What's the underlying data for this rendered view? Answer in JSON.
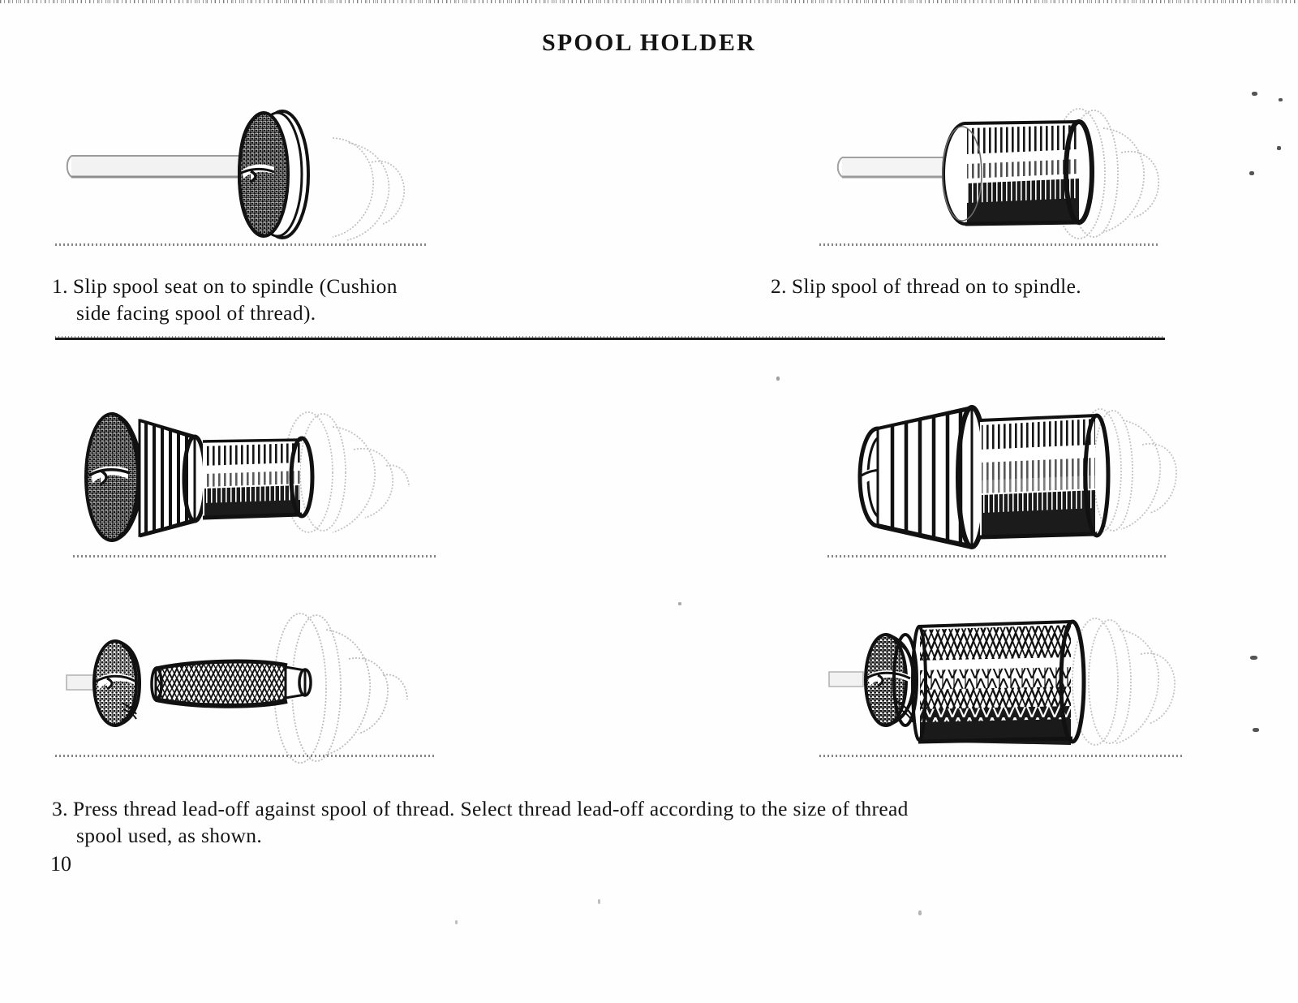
{
  "document": {
    "title": "SPOOL HOLDER",
    "page_number": "10"
  },
  "steps": [
    {
      "id": "step-1",
      "number": "1.",
      "line1": "Slip spool seat on to spindle (Cushion",
      "line2": "side facing spool of thread)."
    },
    {
      "id": "step-2",
      "number": "2.",
      "line1": "Slip spool of thread on to spindle.",
      "line2": ""
    },
    {
      "id": "step-3",
      "number": "3.",
      "line1": "Press thread lead-off against spool of thread. Select thread lead-off according to the size of thread",
      "line2": "spool used, as shown."
    }
  ],
  "figures": [
    {
      "id": "figure-1",
      "name": "spool-seat-on-spindle",
      "description": "Spindle rod with spool seat disc, cushion side facing right"
    },
    {
      "id": "figure-2",
      "name": "spool-of-thread-on-spindle",
      "description": "Spool of thread slipped on to the spindle"
    },
    {
      "id": "figure-3",
      "name": "large-thread-lead-off-on-small-spool",
      "description": "Large fluted thread lead-off pressed against a small spool of thread"
    },
    {
      "id": "figure-4",
      "name": "large-thread-lead-off-on-large-spool",
      "description": "Large fluted thread lead-off pressed against a large spool of thread"
    },
    {
      "id": "figure-5",
      "name": "small-thread-lead-off-on-thin-spool",
      "description": "Small disc thread lead-off pressed against a thin spool of thread"
    },
    {
      "id": "figure-6",
      "name": "small-thread-lead-off-on-large-spool",
      "description": "Small disc thread lead-off pressed against a large cross-wound spool of thread"
    }
  ],
  "colors": {
    "ink": "#141414",
    "paper": "#fefefe",
    "ghost": "#b9b9b9",
    "rule": "#1a1a1a"
  }
}
